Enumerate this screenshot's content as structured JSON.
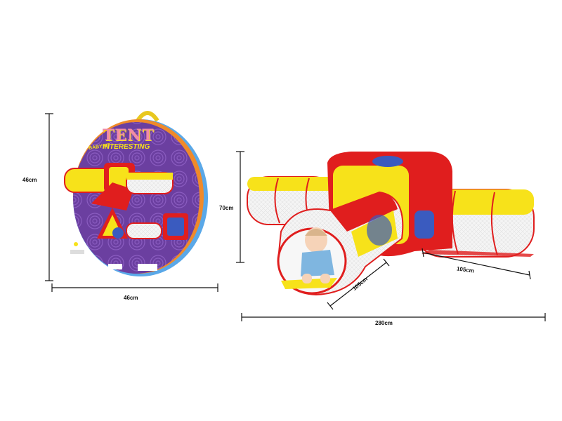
{
  "package": {
    "brand": "BABYSIT",
    "title": "TENT",
    "subtitle": "INTERESTING"
  },
  "dimensions": {
    "package_height": "46cm",
    "package_width": "46cm",
    "tent_height": "70cm",
    "tunnel_right": "105cm",
    "tunnel_front": "105cm",
    "total_length": "280cm"
  },
  "colors": {
    "red": "#e01e1e",
    "yellow": "#f7e21a",
    "blue": "#3a5bbf",
    "purple": "#6b3fa0",
    "background": "#ffffff"
  }
}
